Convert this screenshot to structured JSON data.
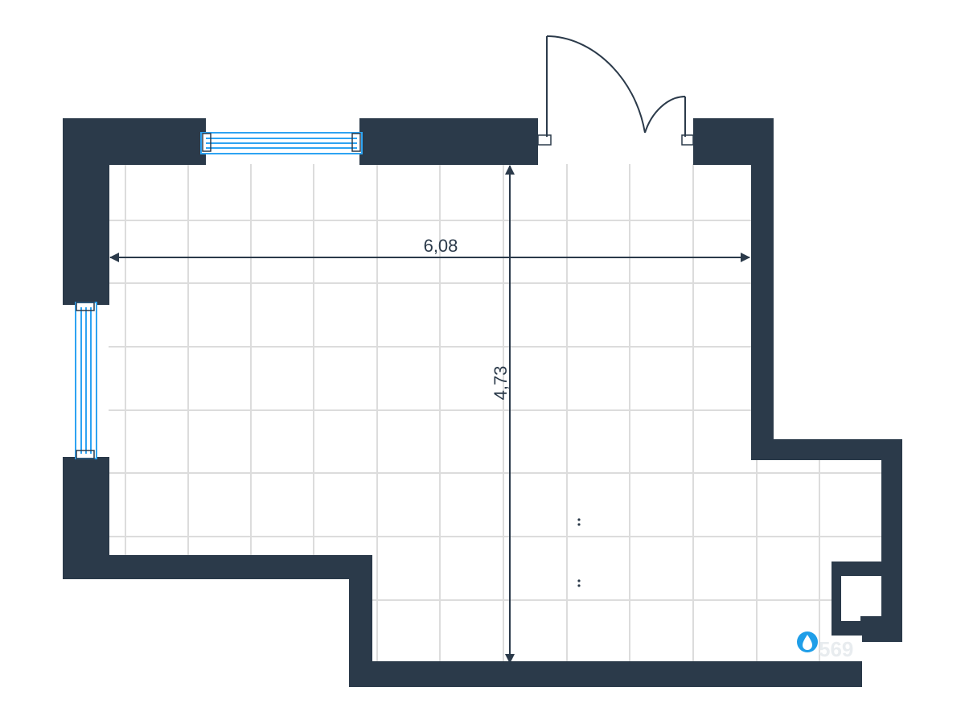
{
  "floor_plan": {
    "colors": {
      "wall": "#2b3a4a",
      "grid": "#dcdcdc",
      "window": "#2ea3f2",
      "dimension": "#2b3a4a",
      "water_badge": "#1f9ee8"
    },
    "dimensions": {
      "width_label": "6,08",
      "height_label": "4,73"
    },
    "icons": {
      "water_point": "water-drop-icon"
    },
    "watermark": {
      "text": "569"
    }
  }
}
